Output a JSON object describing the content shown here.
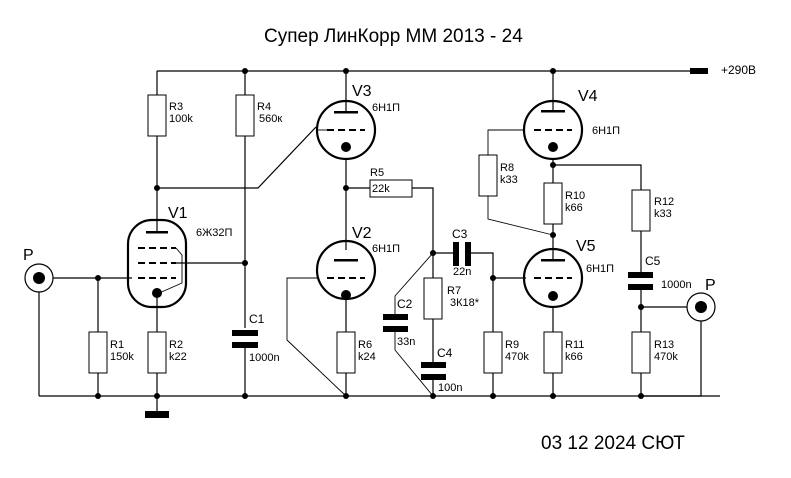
{
  "title": "Супер ЛинКорр ММ 2013 - 24",
  "footer": "03 12 2024 СЮТ",
  "supply_label": "+290В",
  "connectors": {
    "input": {
      "name": "P"
    },
    "output": {
      "name": "P"
    }
  },
  "tubes": [
    {
      "ref": "V1",
      "type": "6Ж32П"
    },
    {
      "ref": "V2",
      "type": "6Н1П"
    },
    {
      "ref": "V3",
      "type": "6Н1П"
    },
    {
      "ref": "V4",
      "type": "6Н1П"
    },
    {
      "ref": "V5",
      "type": "6Н1П"
    }
  ],
  "resistors": [
    {
      "ref": "R1",
      "value": "150k"
    },
    {
      "ref": "R2",
      "value": "k22"
    },
    {
      "ref": "R3",
      "value": "100k"
    },
    {
      "ref": "R4",
      "value": "560к"
    },
    {
      "ref": "R5",
      "value": "22k"
    },
    {
      "ref": "R6",
      "value": "k24"
    },
    {
      "ref": "R7",
      "value": "3К18*"
    },
    {
      "ref": "R8",
      "value": "k33"
    },
    {
      "ref": "R9",
      "value": "470k"
    },
    {
      "ref": "R10",
      "value": "k66"
    },
    {
      "ref": "R11",
      "value": "k66"
    },
    {
      "ref": "R12",
      "value": "k33"
    },
    {
      "ref": "R13",
      "value": "470k"
    }
  ],
  "capacitors": [
    {
      "ref": "C1",
      "value": "1000n"
    },
    {
      "ref": "C2",
      "value": "33n"
    },
    {
      "ref": "C3",
      "value": "22n"
    },
    {
      "ref": "C4",
      "value": "100n"
    },
    {
      "ref": "C5",
      "value": "1000n"
    }
  ]
}
